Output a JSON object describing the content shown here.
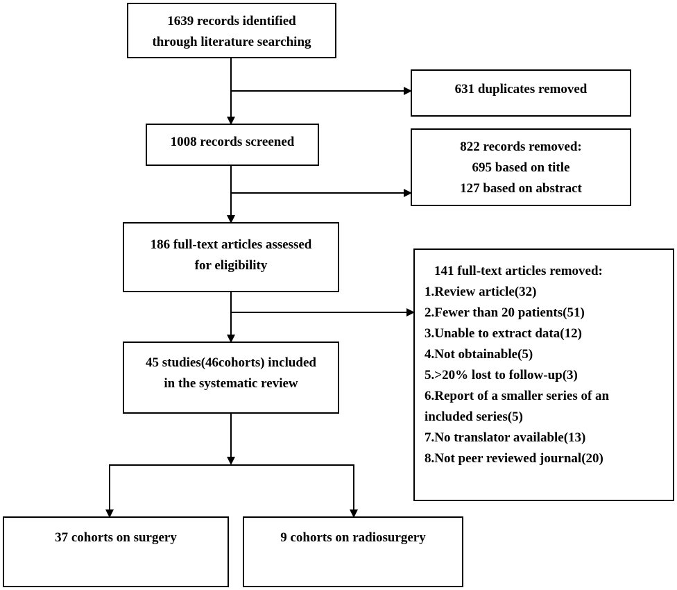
{
  "flow": {
    "identified": [
      "1639 records identified",
      "through literature searching"
    ],
    "duplicates": "631 duplicates removed",
    "screened": "1008 records screened",
    "removed_screening": [
      "822 records removed:",
      "695 based on title",
      "127 based on abstract"
    ],
    "fulltext": [
      "186 full-text articles assessed",
      "for eligibility"
    ],
    "removed_fulltext": {
      "title": "141 full-text articles removed:",
      "items": [
        "1.Review article(32)",
        "2.Fewer than 20 patients(51)",
        "3.Unable to extract data(12)",
        "4.Not obtainable(5)",
        "5.>20% lost to follow-up(3)",
        "6.Report of a smaller series of an",
        "included series(5)",
        "7.No translator available(13)",
        "8.Not peer reviewed journal(20)"
      ]
    },
    "included": [
      "45 studies(46cohorts) included",
      "in the systematic review"
    ],
    "surgery": "37 cohorts on surgery",
    "radiosurgery": "9 cohorts on radiosurgery"
  },
  "colors": {
    "stroke": "#000000",
    "fill": "#ffffff"
  }
}
